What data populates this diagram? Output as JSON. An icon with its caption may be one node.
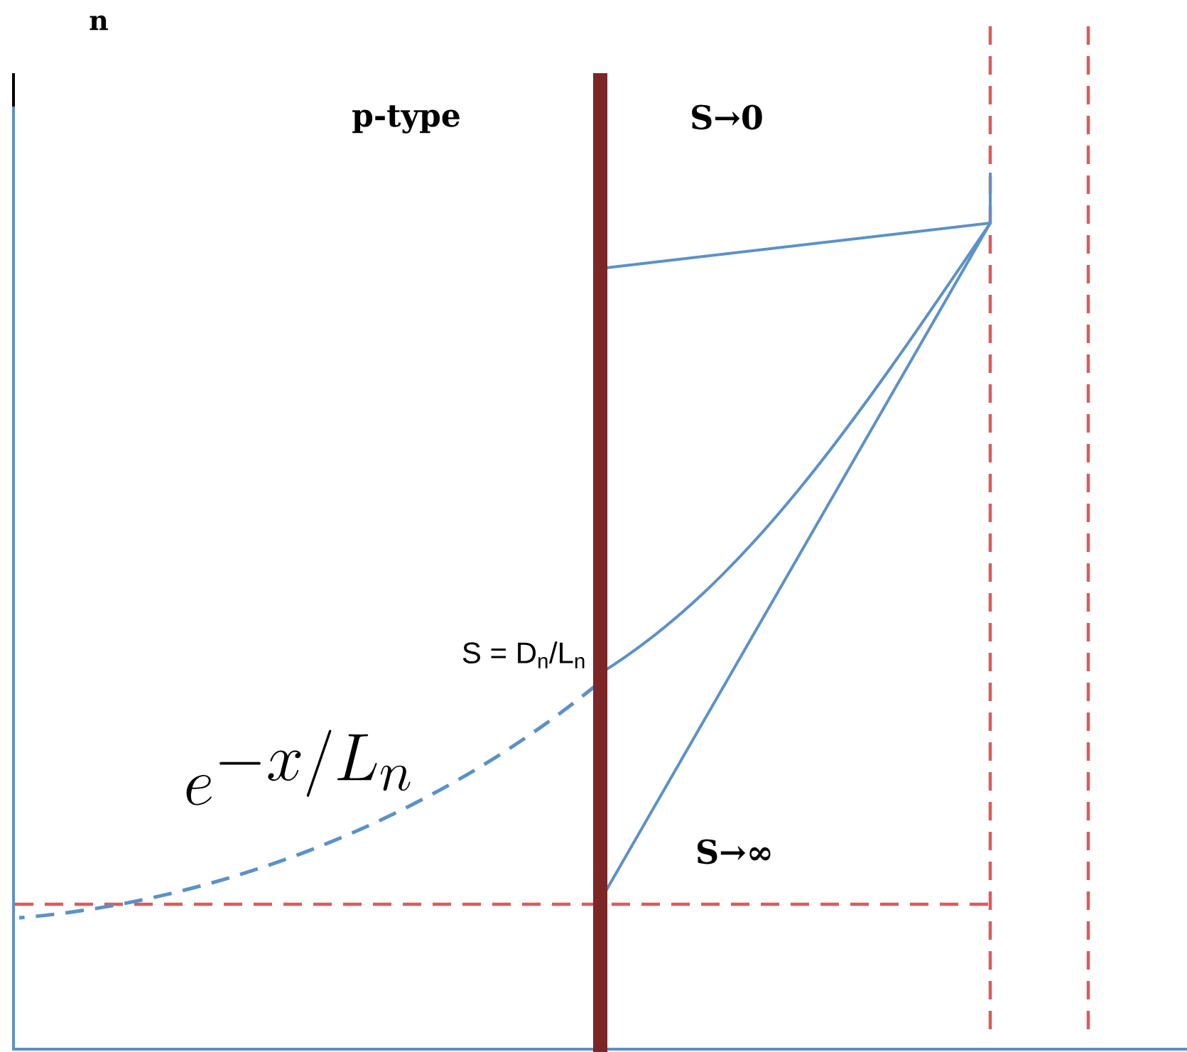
{
  "diagram": {
    "labels": [
      "n",
      "p-type",
      "S→0",
      "S = D$_{n}$/L$_{n}$",
      "e^{-x/L_n}",
      "S→∞"
    ]
  }
}
